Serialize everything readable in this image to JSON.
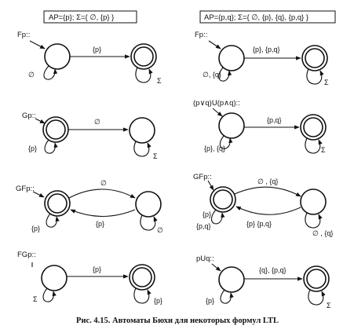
{
  "headers": {
    "left": "AP={p};   Σ={ ∅, {p} }",
    "right": "AP={p,q};   Σ={ ∅, {p}, {q}, {p,q} }"
  },
  "automata": [
    {
      "name": "Fp::",
      "edge_label": "{p}",
      "loop1": "∅",
      "loop2": "Σ"
    },
    {
      "name": "Fp::",
      "edge_label": "{p}, {p,q}",
      "loop1": "∅, {q}",
      "loop2": "Σ"
    },
    {
      "name": "Gp::",
      "edge_label": "∅",
      "loop1": "{p}",
      "loop2": "Σ"
    },
    {
      "name": "(p∨q)U(p∧q)::",
      "edge_label": "{p,q}",
      "loop1": "{p}, {q}",
      "loop2": "Σ"
    },
    {
      "name": "GFp::",
      "edge_top": "∅",
      "edge_bottom": "{p}",
      "loop1": "{p}",
      "loop2": "∅"
    },
    {
      "name": "GFp::",
      "edge_top": "∅ , {q}",
      "edge_bottom": "{p}   {p,q}",
      "loop1_top": "{p}",
      "loop1": "{p,q}",
      "loop2": "∅ , {q}"
    },
    {
      "name": "FGp::",
      "edge_label": "{p}",
      "loop1": "Σ",
      "loop2": "{p}"
    },
    {
      "name": "pUq::",
      "edge_label": "{q}, {p,q}",
      "loop1": "{p}",
      "loop2": "Σ"
    }
  ],
  "caption": "Рис. 4.15. Автоматы Бюхи для некоторых формул LTL"
}
